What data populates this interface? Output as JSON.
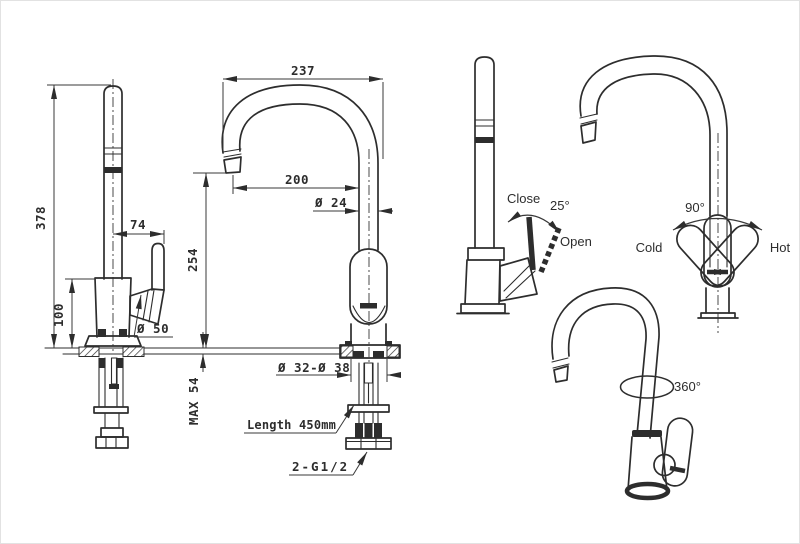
{
  "dimensions": {
    "overall_height": "378",
    "handle_offset": "74",
    "body_height": "100",
    "body_diameter": "Ø 50",
    "overall_width": "237",
    "spout_reach": "200",
    "spout_diameter": "Ø 24",
    "spout_height": "254",
    "max_counter_thickness": "MAX 54",
    "mounting_hole": "Ø 32-Ø 38",
    "hose_length": "Length 450mm",
    "inlet_thread": "2-G1/2"
  },
  "annotations": {
    "handle_close": "Close",
    "handle_angle": "25°",
    "handle_open": "Open",
    "mixing_angle": "90°",
    "cold": "Cold",
    "hot": "Hot",
    "swivel_angle": "360°"
  },
  "colors": {
    "line": "#2d2d2d",
    "dimension": "#383838",
    "background": "#ffffff"
  }
}
